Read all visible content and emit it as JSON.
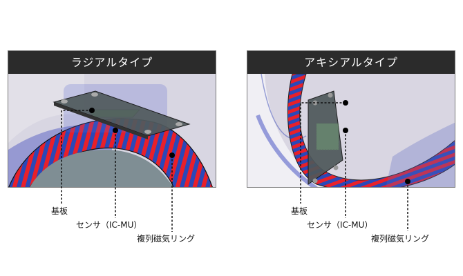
{
  "panels": [
    {
      "title": "ラジアルタイプ",
      "labels": {
        "board": "基板",
        "sensor": "センサ（IC-MU）",
        "ring": "複列磁気リング"
      }
    },
    {
      "title": "アキシアルタイプ",
      "labels": {
        "board": "基板",
        "sensor": "センサ（IC-MU）",
        "ring": "複列磁気リング"
      }
    }
  ],
  "colors": {
    "header": "#2b2b2b",
    "pole_red": "#e8202a",
    "pole_blue": "#2a48b8",
    "sensor": "#8ee08a"
  }
}
